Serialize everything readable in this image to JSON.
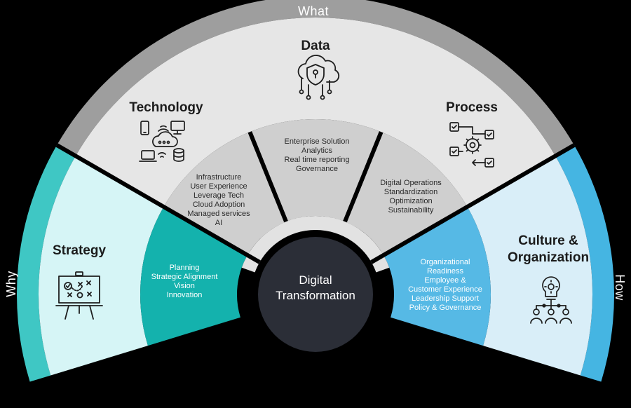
{
  "band": {
    "what": "What",
    "why": "Why",
    "how": "How"
  },
  "data": {
    "title": "Data",
    "items": [
      "Enterprise Solution",
      "Analytics",
      "Real time reporting",
      "Governance"
    ]
  },
  "technology": {
    "title": "Technology",
    "items": [
      "Infrastructure",
      "User Experience",
      "Leverage Tech",
      "Cloud Adoption",
      "Managed services",
      "AI"
    ]
  },
  "process": {
    "title": "Process",
    "items": [
      "Digital Operations",
      "Standardization",
      "Optimization",
      "Sustainability"
    ]
  },
  "strategy": {
    "title": "Strategy",
    "items": [
      "Planning",
      "Strategic Alignment",
      "Vision",
      "Innovation"
    ]
  },
  "culture": {
    "title_line1": "Culture &",
    "title_line2": "Organization",
    "items": [
      "Organizational",
      "Readiness",
      "Employee &",
      "Customer Experience",
      "Leadership Support",
      "Policy & Governance"
    ]
  },
  "center": {
    "line1": "Digital",
    "line2": "Transformation"
  },
  "colors": {
    "outer_band": "#9e9e9e",
    "light_sector": "#e6e6e6",
    "inner_sector": "#cfcfcf",
    "strategy_light": "#d6f5f6",
    "strategy_inner": "#14b2ad",
    "strategy_band": "#3fc7c4",
    "culture_light": "#d9eef8",
    "culture_inner": "#56b9e5",
    "culture_band": "#45b5e2",
    "center": "#2b2e37"
  },
  "icons": [
    "cloud-shield-icon",
    "devices-network-icon",
    "process-flow-icon",
    "strategy-board-icon",
    "idea-team-icon"
  ]
}
